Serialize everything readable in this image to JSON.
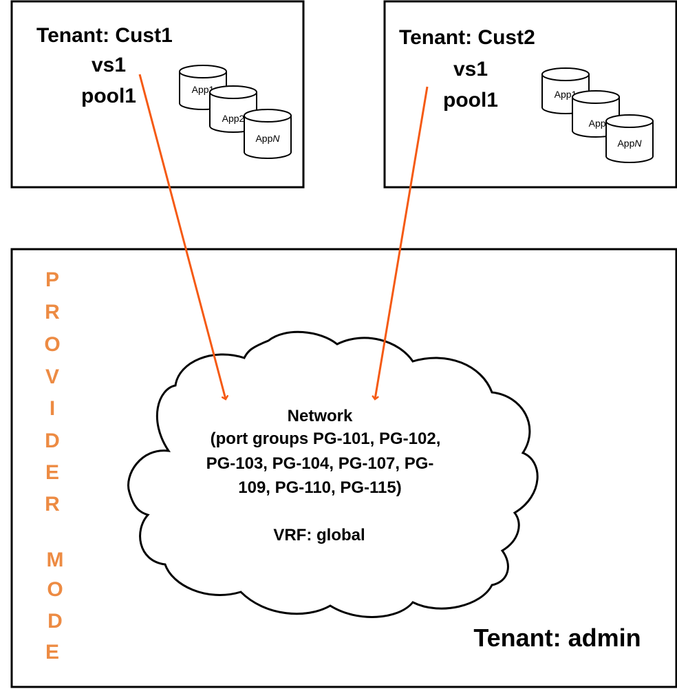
{
  "tenant1": {
    "title": "Tenant: Cust1",
    "vs": "vs1",
    "pool": "pool1",
    "apps": [
      "App1",
      "App2",
      "App"
    ],
    "appn_suffix": "N"
  },
  "tenant2": {
    "title": "Tenant: Cust2",
    "vs": "vs1",
    "pool": "pool1",
    "apps": [
      "App1",
      "App2",
      "App"
    ],
    "appn_suffix": "N"
  },
  "provider": {
    "mode_letters_1": [
      "P",
      "R",
      "O",
      "V",
      "I",
      "D",
      "E",
      "R"
    ],
    "mode_letters_2": [
      "M",
      "O",
      "D",
      "E"
    ],
    "admin_label": "Tenant: admin"
  },
  "cloud": {
    "lines": [
      "Network",
      "(port groups PG-101, PG-102,",
      "PG-103, PG-104, PG-107, PG-",
      "109, PG-110, PG-115)"
    ],
    "vrf": "VRF: global"
  },
  "colors": {
    "arrow": "#F55A14",
    "provider_text": "#ED8B43",
    "border": "#000000"
  }
}
